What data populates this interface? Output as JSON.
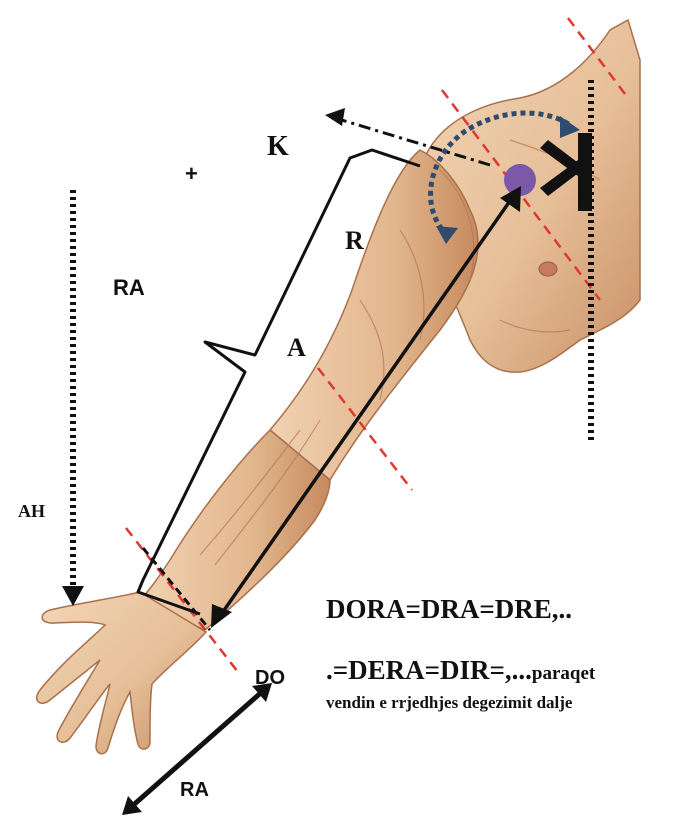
{
  "labels": {
    "k": "K",
    "plus": "+",
    "r": "R",
    "ra_left": "RA",
    "a": "A",
    "ah": "AH",
    "do": "DO",
    "ra_bottom": "RA"
  },
  "caption": {
    "line_1": "DORA=DRA=DRE,..",
    "line_2_main": ".=DERA=DIR=,...",
    "line_2_tail": "paraqet",
    "line_3": "vendin e rrjedhjes degezimit dalje"
  },
  "colors": {
    "skin_base": "#e9c7a4",
    "skin_shadow": "#c98f66",
    "muscle_line": "#b87452",
    "guide_red": "#e0382e",
    "rotation_blue": "#2f4b6e",
    "joint_purple": "#7b59a8",
    "ink": "#111111"
  }
}
